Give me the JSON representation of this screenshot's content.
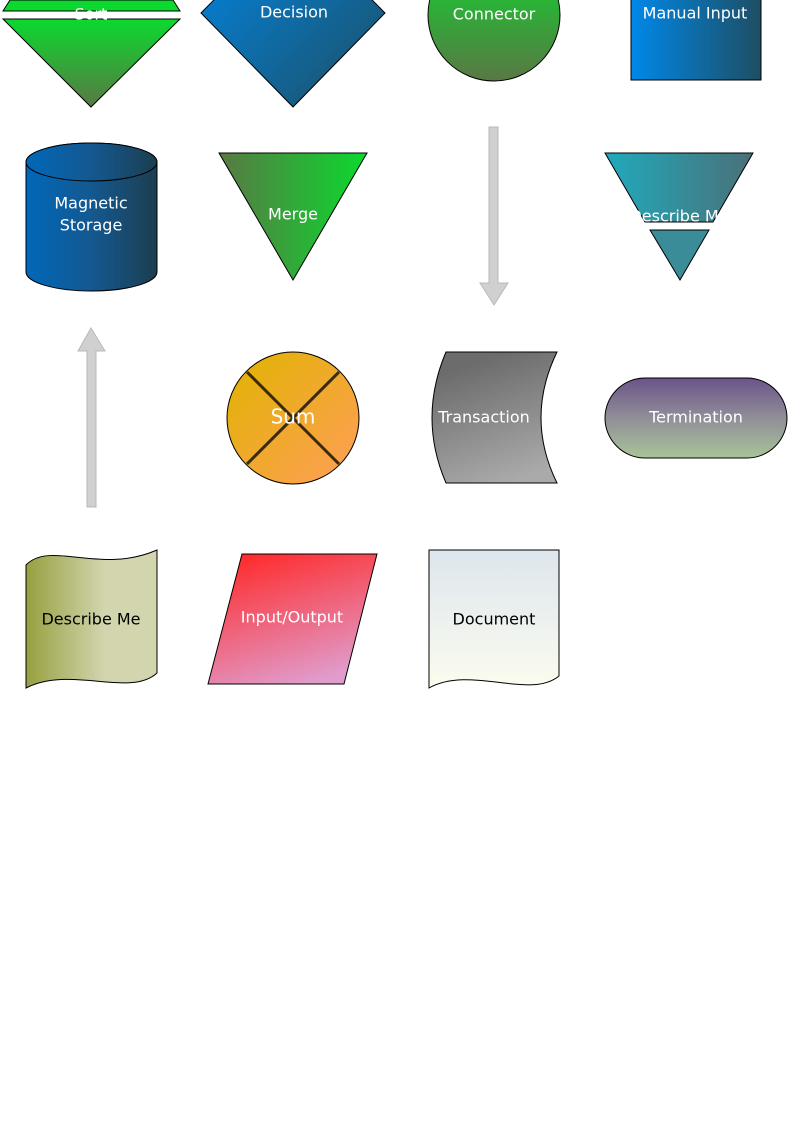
{
  "shapes": {
    "sort": {
      "label": "Sort"
    },
    "decision": {
      "label": "Decision"
    },
    "connector": {
      "label": "Connector"
    },
    "manual_input": {
      "label": "Manual Input"
    },
    "magnetic_storage": {
      "label_line1": "Magnetic",
      "label_line2": "Storage"
    },
    "merge": {
      "label": "Merge"
    },
    "extract": {
      "label": "Describe Me"
    },
    "sum": {
      "label": "Sum"
    },
    "transaction": {
      "label": "Transaction"
    },
    "termination": {
      "label": "Termination"
    },
    "punched_tape": {
      "label": "Describe Me"
    },
    "input_output": {
      "label": "Input/Output"
    },
    "document": {
      "label": "Document"
    }
  },
  "colors": {
    "green_light": "#0bd92e",
    "green_dark": "#557a44",
    "blue_light": "#0088e8",
    "blue_dark": "#1e4e63",
    "arrow": "#d0d0d0"
  }
}
